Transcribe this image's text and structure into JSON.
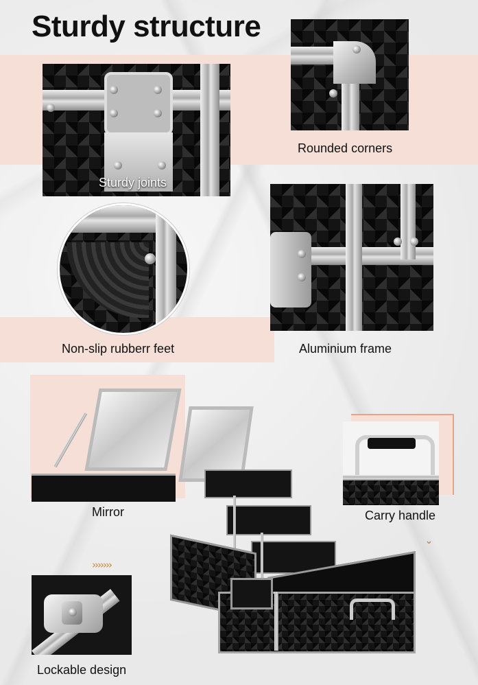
{
  "title": "Sturdy structure",
  "panels": {
    "joints": {
      "caption": "Sturdy joints"
    },
    "corners": {
      "caption": "Rounded corners"
    },
    "feet": {
      "caption": "Non-slip rubberr feet"
    },
    "frame": {
      "caption": "Aluminium frame"
    },
    "mirror": {
      "caption": "Mirror"
    },
    "handle": {
      "caption": "Carry handle"
    },
    "lock": {
      "caption": "Lockable design"
    }
  },
  "decor": {
    "chevrons_right": "›››››››",
    "chevrons_down": "⌄"
  },
  "colors": {
    "peach": "#f5dfd6",
    "accent": "#c28a4a",
    "case": "#141414",
    "aluminium": "#b5b5b5"
  }
}
